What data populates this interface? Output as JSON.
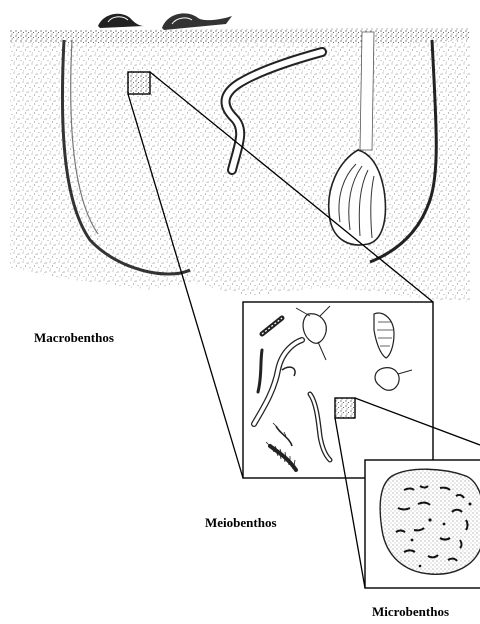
{
  "labels": {
    "macrobenthos": "Macrobenthos",
    "meiobenthos": "Meiobenthos",
    "microbenthos": "Microbenthos"
  },
  "colors": {
    "ink": "#000000",
    "sediment": "#6b6b6b",
    "paper": "#ffffff"
  },
  "icons": [
    "snail",
    "worm",
    "clam",
    "copepod",
    "nematode",
    "bacteria"
  ]
}
